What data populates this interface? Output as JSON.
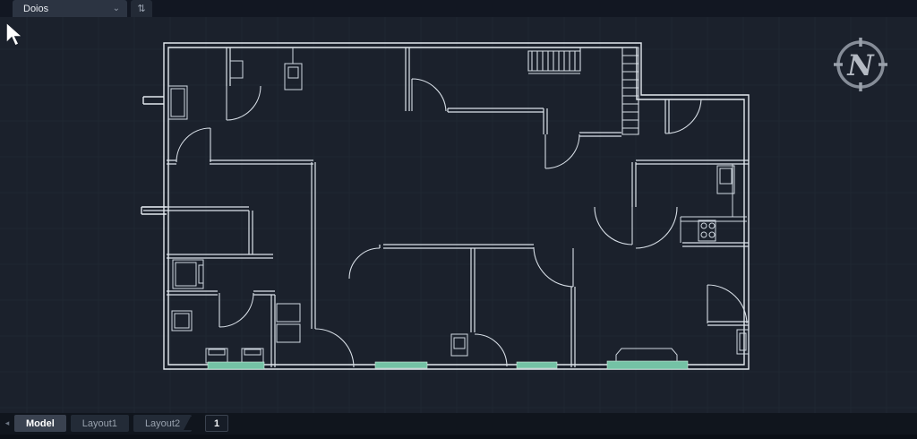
{
  "topbar": {
    "drawing_tab": {
      "label": "Doios",
      "chevron_icon": "⌄"
    },
    "sync_button": {
      "icon": "⇅"
    }
  },
  "canvas": {
    "compass": {
      "label": "N"
    },
    "colors": {
      "background": "#1b212c",
      "grid": "#232b37",
      "wall": "#e3e9ef",
      "accent_teal": "#74c2a5",
      "compass_ring": "#868d98"
    }
  },
  "bottombar": {
    "scroll_left_icon": "◂",
    "tabs": [
      {
        "label": "Model",
        "active": true
      },
      {
        "label": "Layout1",
        "active": false
      },
      {
        "label": "Layout2",
        "active": false
      }
    ],
    "page_badge": "1"
  }
}
